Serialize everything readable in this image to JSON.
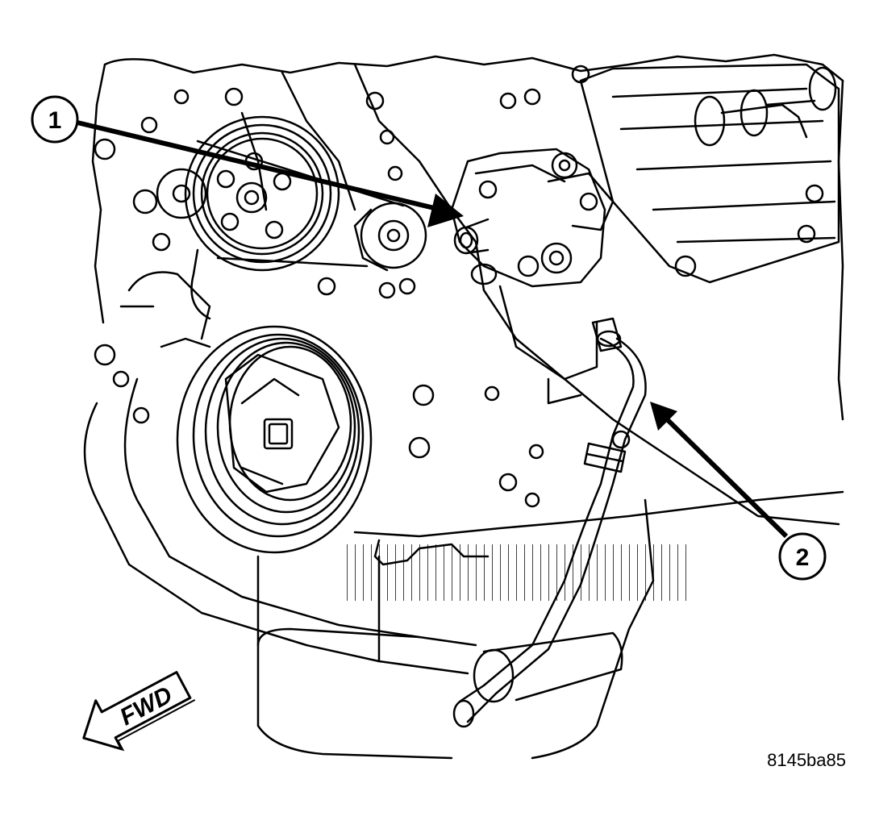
{
  "callouts": [
    {
      "label": "1"
    },
    {
      "label": "2"
    }
  ],
  "direction_indicator": {
    "label": "FWD"
  },
  "figure_id": "8145ba85",
  "colors": {
    "line": "#000000",
    "background": "#ffffff"
  }
}
